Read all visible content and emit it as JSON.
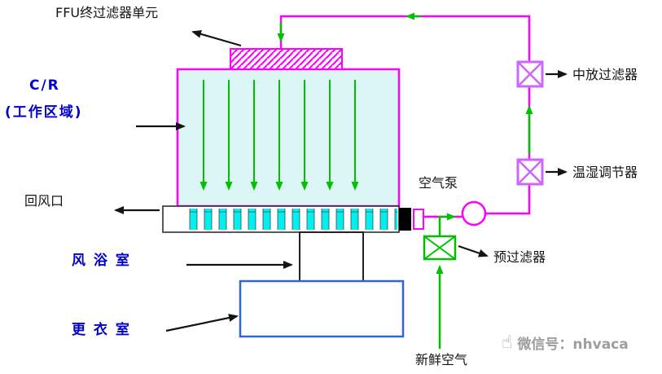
{
  "labels": {
    "ffu_filter": "FFU终过滤器单元",
    "cr": "C/R",
    "cr_area": "(工作区域)",
    "return_air_outlet": "回风口",
    "air_shower_room": "风 浴 室",
    "changing_room": "更 衣 室",
    "air_pump": "空气泵",
    "mid_filter": "中放过滤器",
    "temp_humidity_regulator": "温湿调节器",
    "pre_filter": "预过滤器",
    "fresh_air": "新鲜空气"
  },
  "watermark": {
    "icon": "wechat-hand-logo-icon",
    "icon_glyph": "☝",
    "text": "微信号：nhvaca"
  },
  "colors": {
    "pipe_magenta": "#FF00FF",
    "cleanroom_fill": "#DCF6F6",
    "grille_cyan": "#00F0F0",
    "flow_green": "#00C000",
    "label_blue": "#0000CC",
    "filter_box_violet": "#CC66FF",
    "changing_room_border": "#3366CC",
    "watermark_gray": "#9E9E9E"
  }
}
